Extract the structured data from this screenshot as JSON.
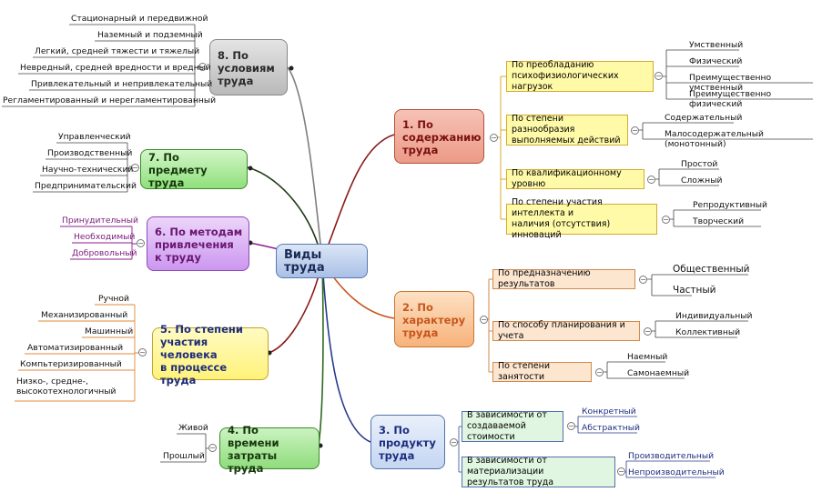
{
  "center": "Виды труда",
  "colors": {
    "red": "#8b1a1a",
    "orange": "#c8561c",
    "navy": "#2a3a8e",
    "green": "#2d6a1e",
    "magenta": "#8e1e8e",
    "gray": "#7f7f7f"
  },
  "branches": [
    {
      "title": "1. По\nсодержанию\nтруда",
      "groups": [
        {
          "label": "По преобладанию\nпсихофизиологических нагрузок",
          "items": [
            "Умственный",
            "Физический",
            "Преимущественно умственный",
            "Преимущественно физический"
          ]
        },
        {
          "label": "По степени разнообразия\nвыполняемых действий",
          "items": [
            "Содержательный",
            "Малосодержательный (монотонный)"
          ]
        },
        {
          "label": "По квалификационному уровню",
          "items": [
            "Простой",
            "Сложный"
          ]
        },
        {
          "label": "По степени участия интеллекта и\nналичия (отсутствия) инноваций",
          "items": [
            "Репродуктивный",
            "Творческий"
          ]
        }
      ]
    },
    {
      "title": "2. По\nхарактеру\nтруда",
      "groups": [
        {
          "label": "По предназначению результатов",
          "items": [
            "Общественный",
            "Частный"
          ]
        },
        {
          "label": "По способу планирования и учета",
          "items": [
            "Индивидуальный",
            "Коллективный"
          ]
        },
        {
          "label": "По степени занятости",
          "items": [
            "Наемный",
            "Самонаемный"
          ]
        }
      ]
    },
    {
      "title": "3. По\nпродукту\nтруда",
      "groups": [
        {
          "label": "В зависимости от\nсоздаваемой стоимости",
          "items": [
            "Конкретный",
            "Абстрактный"
          ]
        },
        {
          "label": "В зависимости от материализации\nрезультатов труда",
          "items": [
            "Производительный",
            "Непроизводительный"
          ]
        }
      ]
    },
    {
      "title": "4. По времени\nзатраты труда",
      "items": [
        "Живой",
        "Прошлый"
      ]
    },
    {
      "title": "5. По степени\nучастия человека\nв процессе труда",
      "items": [
        "Ручной",
        "Механизированный",
        "Машинный",
        "Автоматизированный",
        "Компьтеризированный",
        "Низко-, средне-,\nвысокотехнологичный"
      ]
    },
    {
      "title": "6. По методам\nпривлечения\nк труду",
      "items": [
        "Принудительный",
        "Необходимый",
        "Добровольный"
      ]
    },
    {
      "title": "7. По предмету\nтруда",
      "items": [
        "Управленческий",
        "Производственный",
        "Научно-технический",
        "Предпринимательский"
      ]
    },
    {
      "title": "8. По\nусловиям\nтруда",
      "items": [
        "Стационарный и передвижной",
        "Наземный и подземный",
        "Легкий, средней тяжести и тяжелый",
        "Невредный, средней вредности и вредный",
        "Привлекательный и непривлекательный",
        "Регламентированный и нерегламентированный"
      ]
    }
  ]
}
